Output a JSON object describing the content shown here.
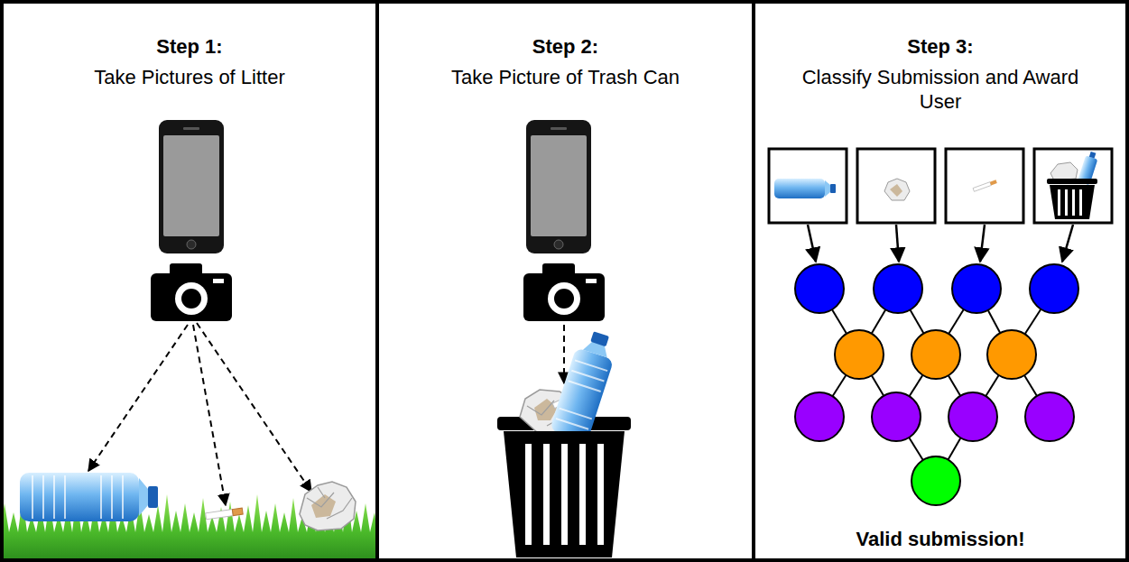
{
  "diagram": {
    "nodes": [
      {
        "text": [
          "Step 1:",
          "Take Pictures of Litter"
        ]
      },
      {
        "text": [
          "Step 2:",
          "Take Picture of Trash Can"
        ]
      },
      {
        "text": [
          "Step 3:",
          "Classify Submission and Award User",
          "Valid submission!"
        ]
      }
    ]
  }
}
